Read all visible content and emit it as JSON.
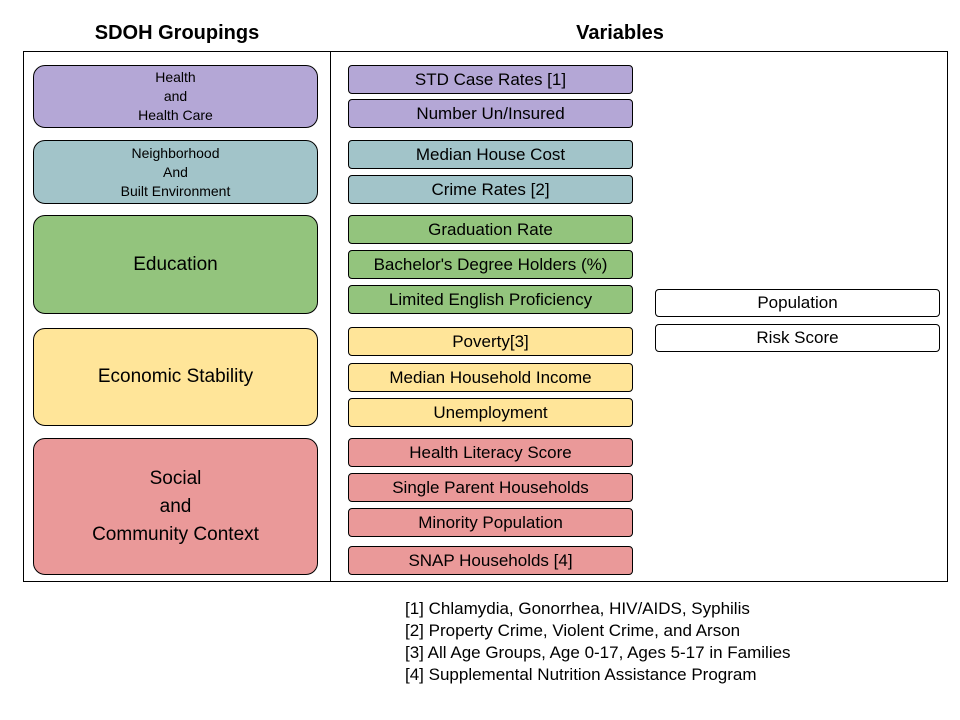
{
  "headings": {
    "groupings": "SDOH Groupings",
    "variables": "Variables"
  },
  "colors": {
    "health": "#b4a7d6",
    "neighborhood": "#a2c4c9",
    "education": "#93c47d",
    "economic": "#ffe599",
    "social": "#ea9999",
    "outcome": "#ffffff"
  },
  "groups": [
    {
      "label": "Health\nand\nHealth Care",
      "color_key": "health"
    },
    {
      "label": "Neighborhood\nAnd\nBuilt Environment",
      "color_key": "neighborhood"
    },
    {
      "label": "Education",
      "color_key": "education"
    },
    {
      "label": "Economic Stability",
      "color_key": "economic"
    },
    {
      "label": "Social\nand\nCommunity Context",
      "color_key": "social"
    }
  ],
  "variables": [
    {
      "label": "STD Case Rates [1]",
      "group": "health"
    },
    {
      "label": "Number Un/Insured",
      "group": "health"
    },
    {
      "label": "Median House Cost",
      "group": "neighborhood"
    },
    {
      "label": "Crime Rates [2]",
      "group": "neighborhood"
    },
    {
      "label": "Graduation Rate",
      "group": "education"
    },
    {
      "label": "Bachelor's Degree Holders (%)",
      "group": "education"
    },
    {
      "label": "Limited English Proficiency",
      "group": "education"
    },
    {
      "label": "Poverty[3]",
      "group": "economic"
    },
    {
      "label": "Median Household Income",
      "group": "economic"
    },
    {
      "label": "Unemployment",
      "group": "economic"
    },
    {
      "label": "Health Literacy Score",
      "group": "social"
    },
    {
      "label": "Single Parent Households",
      "group": "social"
    },
    {
      "label": "Minority Population",
      "group": "social"
    },
    {
      "label": "SNAP Households [4]",
      "group": "social"
    }
  ],
  "outcomes": [
    {
      "label": "Population"
    },
    {
      "label": "Risk Score"
    }
  ],
  "footnotes": [
    "[1] Chlamydia, Gonorrhea, HIV/AIDS, Syphilis",
    "[2] Property Crime, Violent Crime, and Arson",
    "[3] All Age Groups, Age 0-17, Ages 5-17 in Families",
    "[4] Supplemental Nutrition Assistance Program"
  ]
}
